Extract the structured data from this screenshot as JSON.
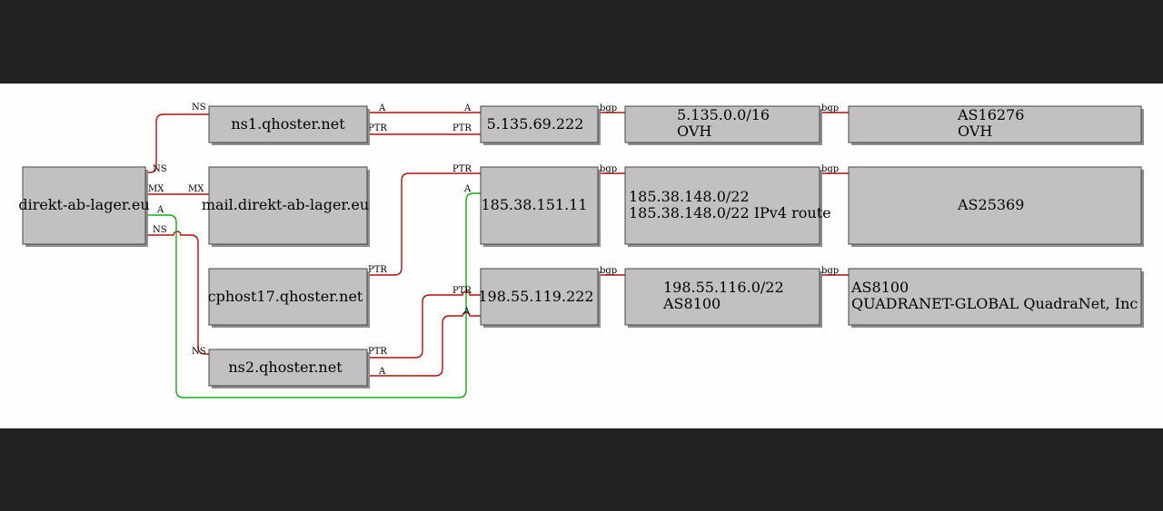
{
  "diagram": {
    "nodes": {
      "domain": {
        "lines": [
          "direkt-ab-lager.eu"
        ]
      },
      "ns1": {
        "lines": [
          "ns1.qhoster.net"
        ]
      },
      "mail": {
        "lines": [
          "mail.direkt-ab-lager.eu"
        ]
      },
      "cphost": {
        "lines": [
          "cphost17.qhoster.net"
        ]
      },
      "ns2": {
        "lines": [
          "ns2.qhoster.net"
        ]
      },
      "ip1": {
        "lines": [
          "5.135.69.222"
        ]
      },
      "ip2": {
        "lines": [
          "185.38.151.11"
        ]
      },
      "ip3": {
        "lines": [
          "198.55.119.222"
        ]
      },
      "net1": {
        "lines": [
          "5.135.0.0/16",
          "OVH"
        ]
      },
      "net2": {
        "lines": [
          "185.38.148.0/22",
          "185.38.148.0/22 IPv4 route"
        ]
      },
      "net3": {
        "lines": [
          "198.55.116.0/22",
          "AS8100"
        ]
      },
      "as1": {
        "lines": [
          "AS16276",
          "OVH"
        ]
      },
      "as2": {
        "lines": [
          "AS25369"
        ]
      },
      "as3": {
        "lines": [
          "AS8100",
          "QUADRANET-GLOBAL QuadraNet, Inc"
        ]
      }
    },
    "edge_labels": {
      "ns": "NS",
      "mx": "MX",
      "a": "A",
      "ptr": "PTR",
      "bgp": "bgp"
    },
    "colors": {
      "background": "#222222",
      "canvas": "#fdfefd",
      "node_fill": "#c3c0c3",
      "edge_dns": "#b01010",
      "edge_a_record": "#18a818"
    }
  }
}
